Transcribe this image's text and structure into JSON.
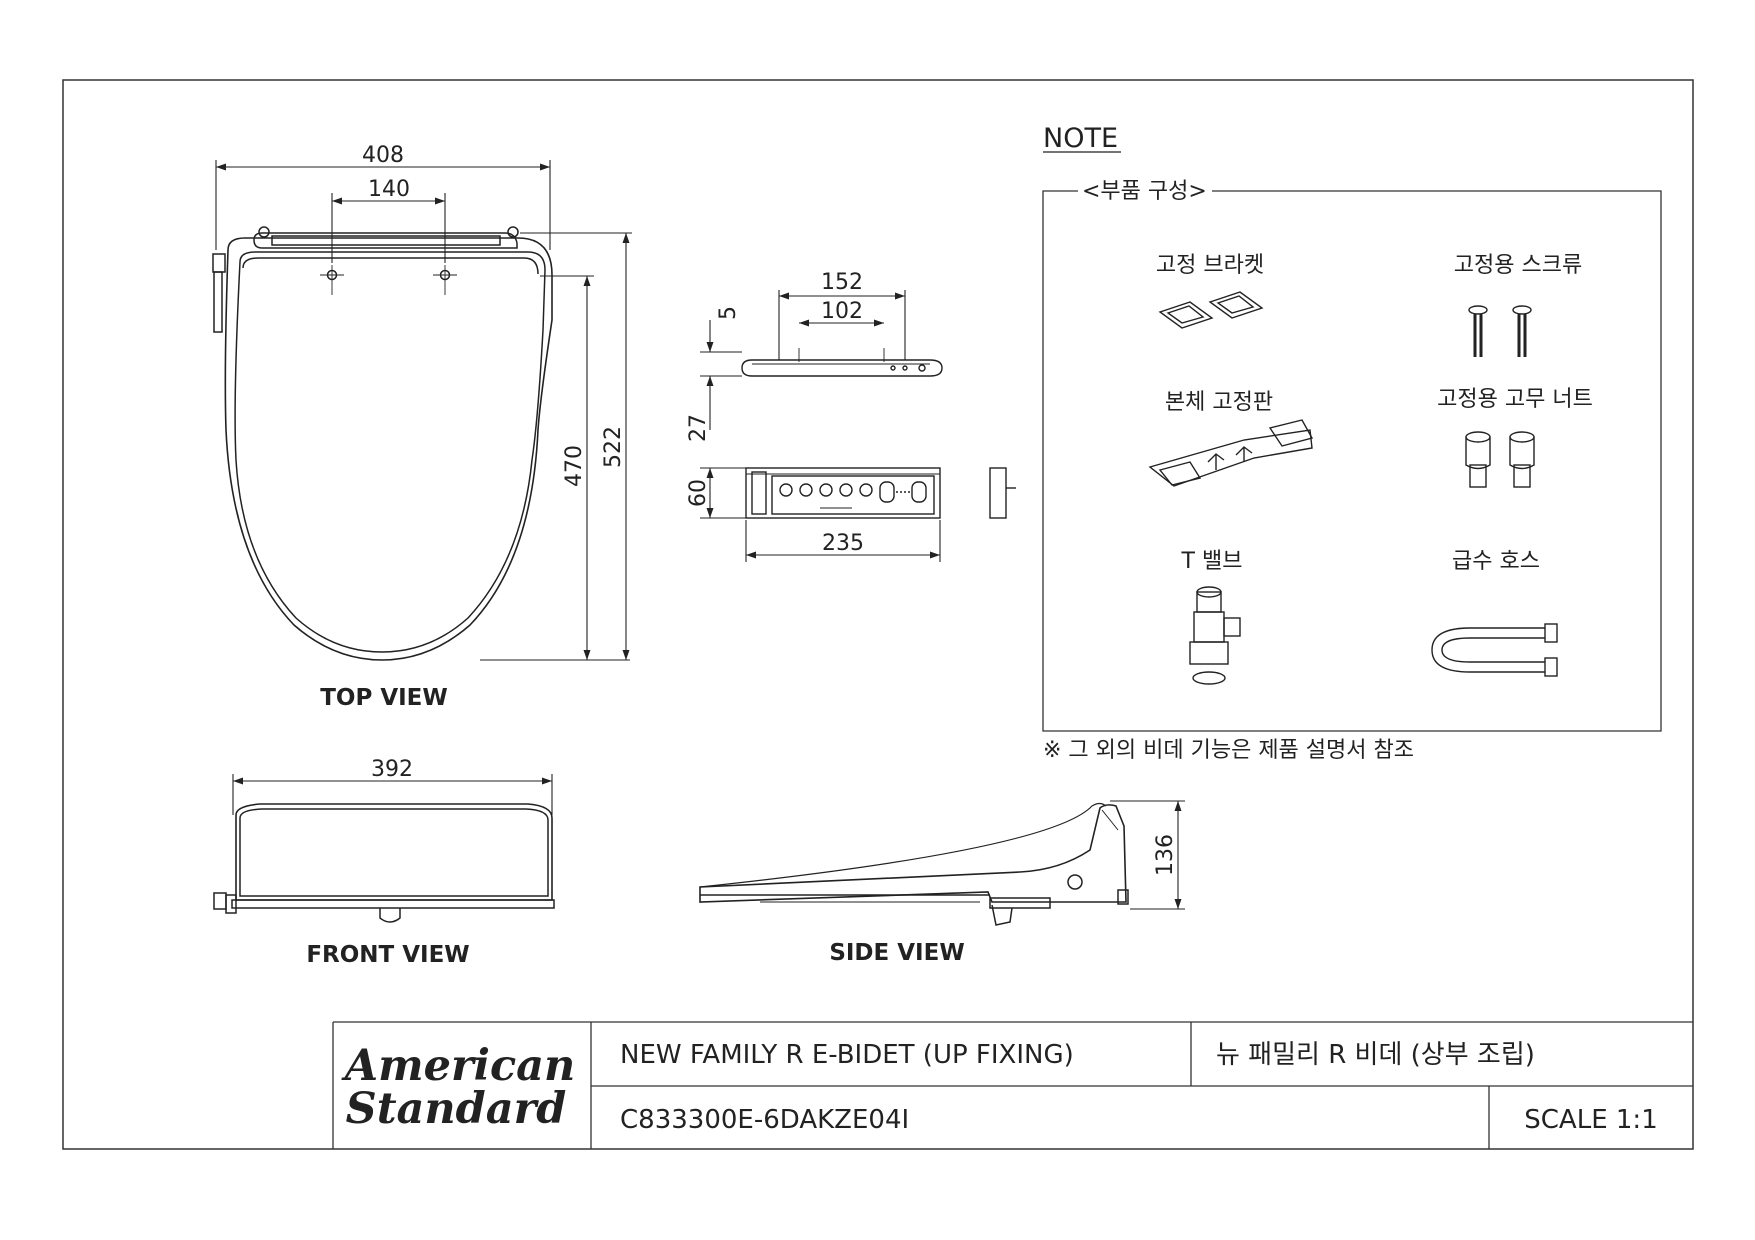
{
  "dimensions": {
    "top_width": "408",
    "top_holes": "140",
    "top_height_inner": "470",
    "top_height_total": "522",
    "front_width": "392",
    "remote_width_top": "152",
    "remote_inner": "102",
    "remote_thickness": "5",
    "remote_height_side": "27",
    "remote_height": "60",
    "remote_length": "235",
    "side_height": "136"
  },
  "views": {
    "top": "TOP VIEW",
    "front": "FRONT VIEW",
    "side": "SIDE VIEW"
  },
  "note": {
    "title": "NOTE",
    "box_title": "<부품 구성>",
    "parts": [
      "고정 브라켓",
      "고정용 스크류",
      "본체 고정판",
      "고정용 고무 너트",
      "T 밸브",
      "급수 호스"
    ],
    "footnote": "※ 그 외의 비데 기능은 제품 설명서 참조"
  },
  "title_block": {
    "logo_line1": "American",
    "logo_line2": "Standard",
    "name_en": "NEW FAMILY R E-BIDET (UP FIXING)",
    "name_ko": "뉴 패밀리 R 비데 (상부 조립)",
    "code": "C833300E-6DAKZE04I",
    "scale": "SCALE 1:1"
  }
}
